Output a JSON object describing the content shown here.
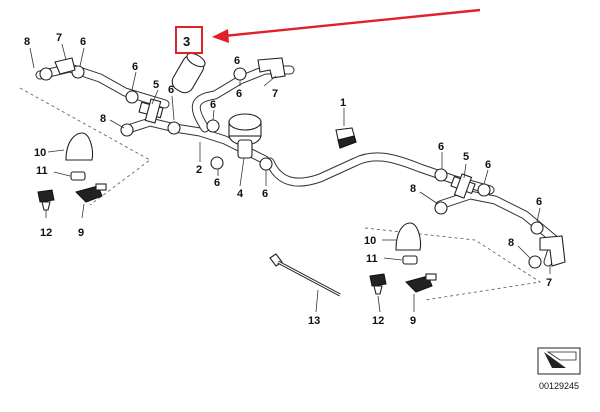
{
  "callouts": {
    "l1": "1",
    "l2": "2",
    "l3": "3",
    "l4": "4",
    "l5a": "5",
    "l5b": "5",
    "l6a": "6",
    "l6b": "6",
    "l6c": "6",
    "l6d": "6",
    "l6e": "6",
    "l6f": "6",
    "l6g": "6",
    "l6h": "6",
    "l6i": "6",
    "l6j": "6",
    "l6k": "6",
    "l7a": "7",
    "l7b": "7",
    "l7c": "7",
    "l8a": "8",
    "l8b": "8",
    "l8c": "8",
    "l8d": "8",
    "l9a": "9",
    "l9b": "9",
    "l10a": "10",
    "l10b": "10",
    "l11a": "11",
    "l11b": "11",
    "l12a": "12",
    "l12b": "12",
    "l13": "13"
  },
  "reference_number": "00129245",
  "highlight_color": "#e0202a"
}
